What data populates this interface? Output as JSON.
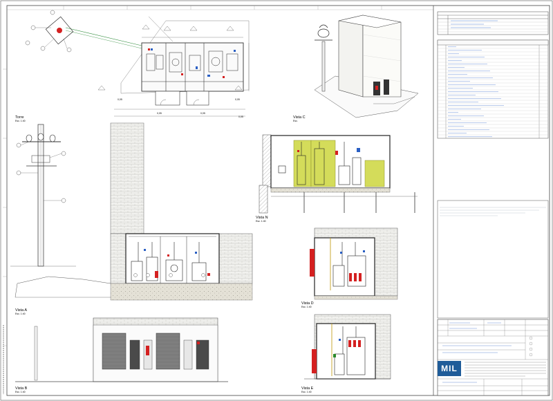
{
  "views": {
    "torre": {
      "label": "Torre",
      "scale": "Esc. 1:40"
    },
    "vista_a": {
      "label": "Vista A",
      "scale": "Esc. 1:40"
    },
    "vista_b": {
      "label": "Vista B",
      "scale": "Esc. 1:40"
    },
    "vista_c": {
      "label": "Vista C",
      "scale": "Esc."
    },
    "vista_d": {
      "label": "Vista D",
      "scale": "Esc. 1:40"
    },
    "vista_e": {
      "label": "Vista E",
      "scale": "Esc. 1:40"
    },
    "vista_n": {
      "label": "Vista N",
      "scale": "Esc. 1:40"
    }
  },
  "plan": {
    "dimensions": [
      "0,05",
      "0,05",
      "0,05",
      "0,05",
      "0,05"
    ]
  },
  "title_block": {
    "logo_text": "MIL"
  },
  "colors": {
    "line": "#333333",
    "equipment_highlight": "#d4dc5a",
    "red_equipment": "#d42020",
    "blue_accent": "#2a5fc4",
    "green_line": "#2e8b3a",
    "brick_fill": "#f1f1ee",
    "door_grey": "#7a7a7a",
    "logo_blue": "#1f5c99"
  }
}
